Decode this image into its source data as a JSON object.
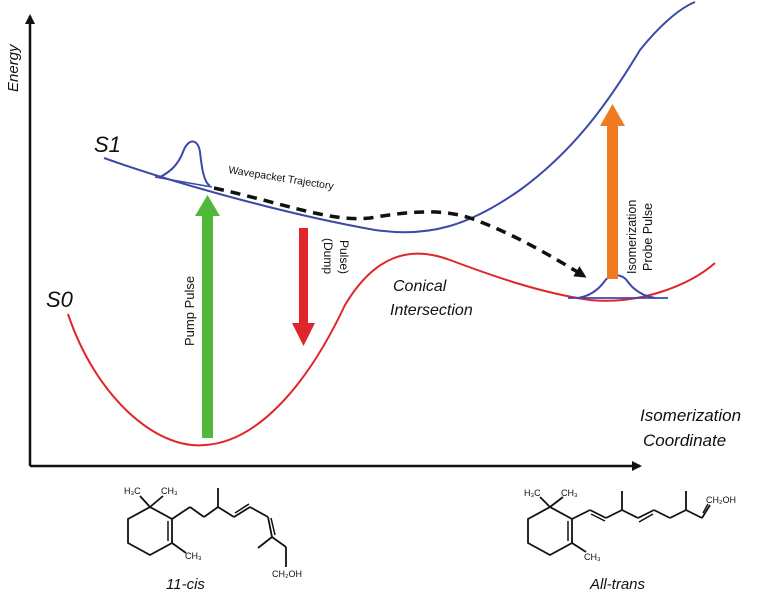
{
  "axes": {
    "y_label": "Energy",
    "x_label_line1": "Isomerization",
    "x_label_line2": "Coordinate"
  },
  "states": {
    "s1": "S1",
    "s0": "S0"
  },
  "annotations": {
    "wavepacket": "Wavepacket Trajectory",
    "pump": "Pump Pulse",
    "dump_line1": "(Dump",
    "dump_line2": "Pulse)",
    "conical_line1": "Conical",
    "conical_line2": "Intersection",
    "probe_line1": "Isomerization",
    "probe_line2": "Probe Pulse"
  },
  "molecules": {
    "cis_name": "11-cis",
    "trans_name": "All-trans",
    "cis_labels": {
      "h3c": "H₃C",
      "ch3_top": "CH₃",
      "ch3_ring": "CH₃",
      "ch2oh": "CH₂OH"
    },
    "trans_labels": {
      "h3c": "H₃C",
      "ch3_top": "CH₃",
      "ch3_ring": "CH₃",
      "ch2oh": "CH₂OH"
    }
  },
  "colors": {
    "s1_curve": "#3b4aa8",
    "s0_curve": "#e0252b",
    "pump": "#52b83a",
    "dump": "#e0252b",
    "probe": "#f07a21",
    "axis": "#111111"
  }
}
